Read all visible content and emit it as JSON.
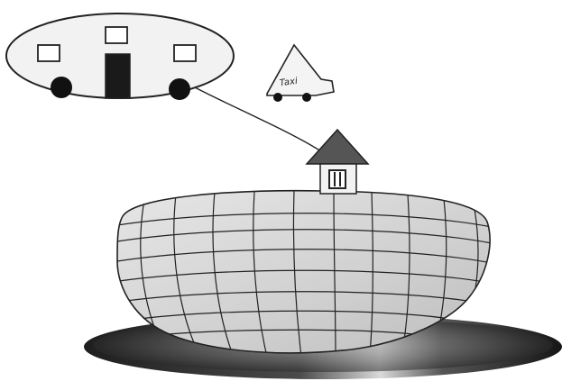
{
  "scene": {
    "taxi_label": "Taxi"
  },
  "colors": {
    "outline": "#222222",
    "body_fill": "#f2f2f2",
    "window_fill": "#ffffff",
    "roof_fill": "#555555",
    "shadow_dark": "#222222",
    "door_fill": "#1a1a1a"
  },
  "icons": [
    "vehicle-with-windows",
    "taxi-cone",
    "small-house",
    "gridded-globe",
    "shadow-disc"
  ]
}
